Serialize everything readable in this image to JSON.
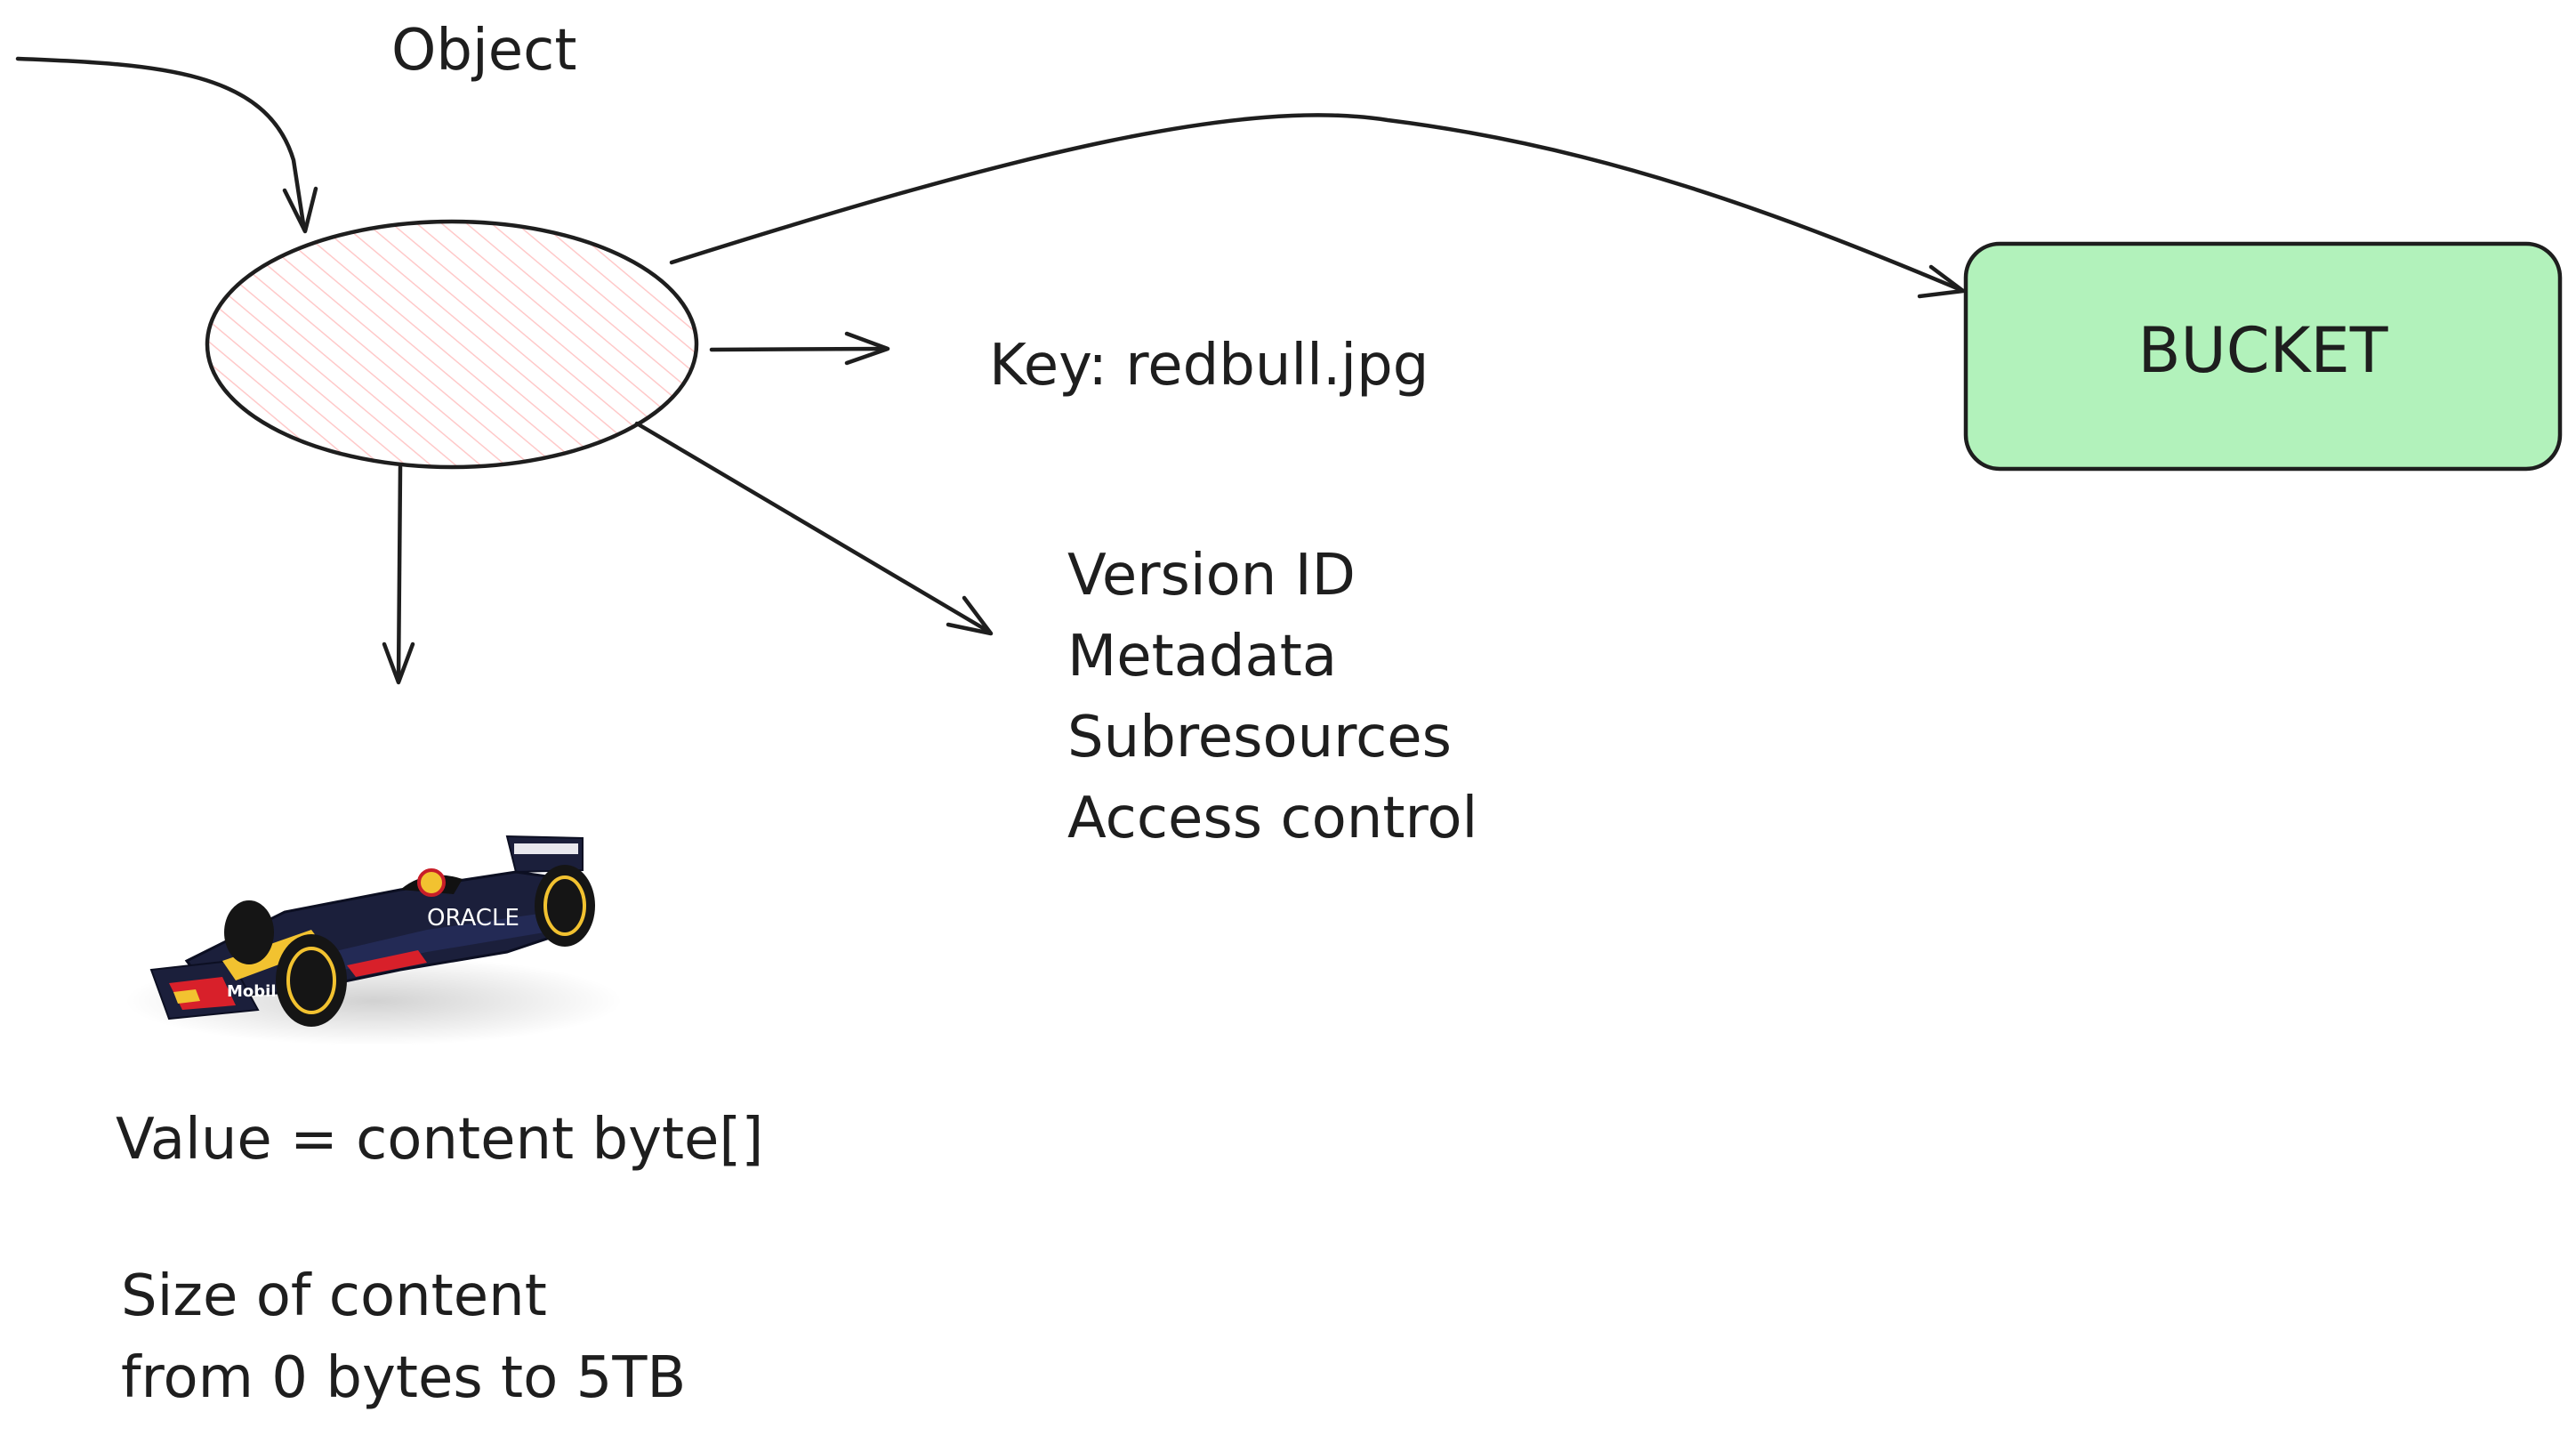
{
  "object_label": "Object",
  "key_label": "Key: redbull.jpg",
  "attributes": [
    "Version ID",
    "Metadata",
    "Subresources",
    "Access control"
  ],
  "bucket": {
    "label": "BUCKET",
    "fill_color": "#b2f2bb"
  },
  "ellipse_hatch_color": "#ffc9c9",
  "value_label": "Value = content byte[]",
  "size_lines": [
    "Size of content",
    "from 0 bytes to 5TB"
  ],
  "image": {
    "description_icon": "f1-race-car-image",
    "logos": [
      "ORACLE",
      "Mobil"
    ]
  }
}
